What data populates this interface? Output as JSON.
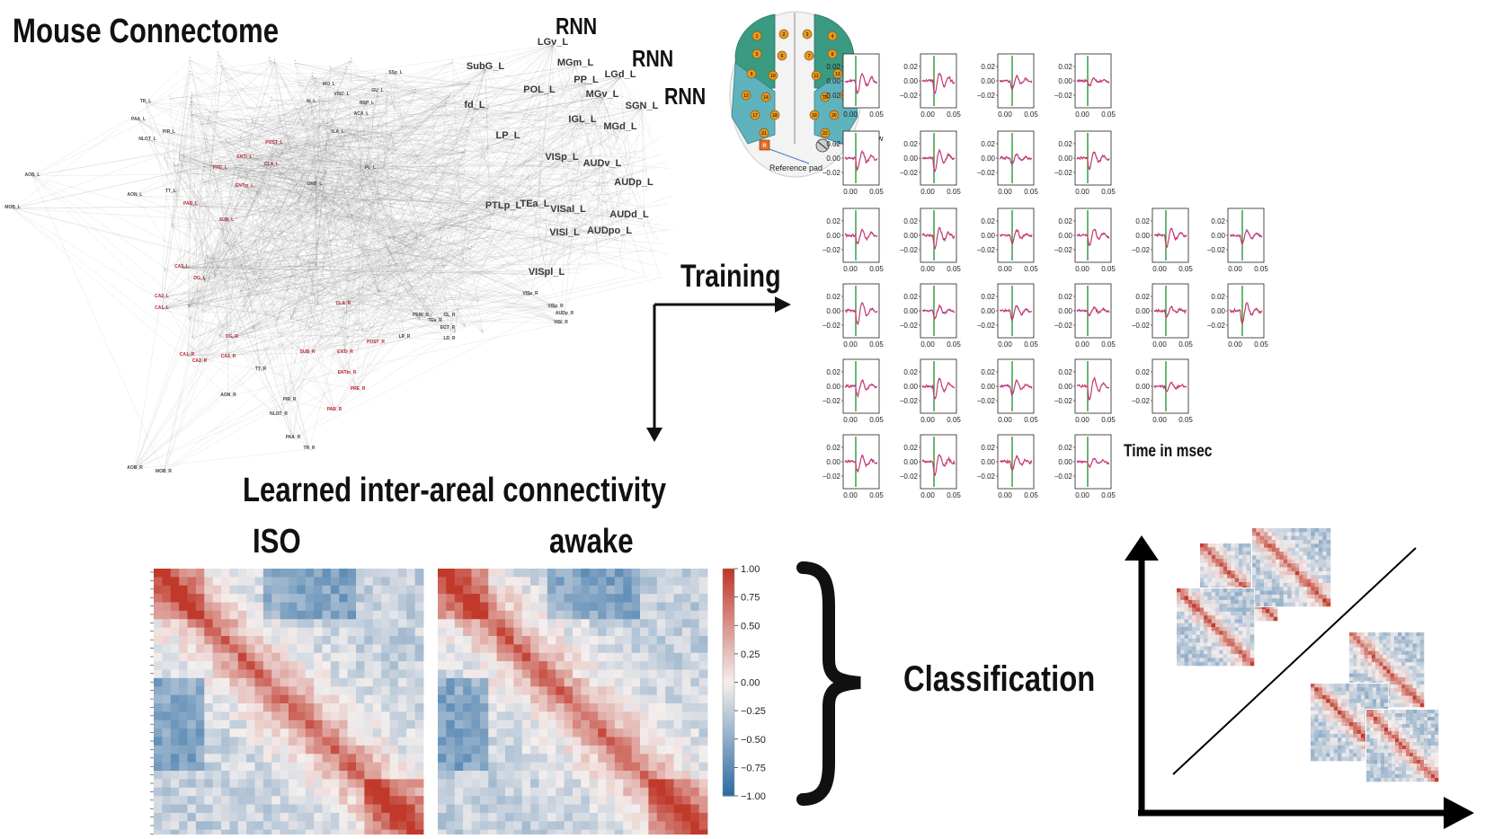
{
  "titles": {
    "connectome": "Mouse Connectome",
    "learned": "Learned inter-areal connectivity",
    "iso": "ISO",
    "awake": "awake",
    "training": "Training",
    "classification": "Classification",
    "rnn": "RNN",
    "time": "Time in msec"
  },
  "brain": {
    "skull_screw": "Skull screw",
    "reference_pad": "Reference pad",
    "pad_letter": "R"
  },
  "network": {
    "left_black_labels": [
      "RNN",
      "SubG_L",
      "LGv_L",
      "MGm_L",
      "LGd_L",
      "PP_L",
      "POL_L",
      "MGv_L",
      "SGN_L",
      "fd_L",
      "IGL_L",
      "MGd_L",
      "LP_L",
      "VISp_L",
      "AUDv_L",
      "AUDp_L",
      "PTLp_L",
      "TEa_L",
      "VISal_L",
      "AUDd_L",
      "VISl_L",
      "AUDpo_L",
      "VISpl_L"
    ],
    "red_labels": [
      "POST_L",
      "ENTl_L",
      "CLA_L",
      "PRE_L",
      "ENTm_L",
      "PAR_L",
      "SUB_L",
      "CA3_L",
      "DG_L",
      "CA2_L",
      "CA1_L",
      "CLA_R",
      "DG_R",
      "CA1_R",
      "CA2_R",
      "CA3_R",
      "SUB_R",
      "ENTl_R",
      "POST_R",
      "ENTm_R",
      "PRE_R",
      "PAR_R"
    ],
    "gray_labels": [
      "AOB_L",
      "MOB_L",
      "TR_L",
      "PAA_L",
      "PIR_L",
      "NLOT_L",
      "AON_L",
      "TT_L",
      "MO_L",
      "SSp_L",
      "ACA_L",
      "ILA_L",
      "PL_L",
      "ORB_L",
      "AI_L",
      "RSP_L",
      "VISC_L",
      "GU_L",
      "AOB_R",
      "MOB_R",
      "AON_R",
      "PIR_R",
      "NLOT_R",
      "PAA_R",
      "TR_R",
      "TT_R",
      "VISa_R",
      "VISp_R",
      "VISl_R",
      "AUDp_R",
      "ECT_R",
      "PERI_R",
      "TEa_R",
      "LD_R",
      "LP_R",
      "CL_R"
    ]
  },
  "colorbar": {
    "ticks": [
      "1.00",
      "0.75",
      "0.50",
      "0.25",
      "0.00",
      "−0.25",
      "−0.50",
      "−0.75",
      "−1.00"
    ]
  },
  "traces": {
    "yticks": [
      "0.02",
      "0.00",
      "−0.02"
    ],
    "xticks": [
      "0.00",
      "0.05"
    ],
    "grid": [
      [
        1,
        1,
        1,
        1,
        0,
        0
      ],
      [
        1,
        1,
        1,
        1,
        0,
        0
      ],
      [
        0,
        0,
        0,
        0,
        0,
        0
      ],
      [
        1,
        1,
        1,
        1,
        1,
        1
      ],
      [
        1,
        1,
        1,
        1,
        1,
        1
      ],
      [
        1,
        1,
        1,
        1,
        1,
        0
      ],
      [
        1,
        1,
        1,
        1,
        0,
        0
      ]
    ]
  },
  "colors": {
    "heat_pos": "#c0392b",
    "heat_neg": "#2e6da4",
    "brain_green": "#3a9a82",
    "brain_teal": "#5fb3bd",
    "electrode": "#e59b22",
    "trace_purple": "#8a5cf6",
    "trace_red": "#d9304a",
    "stim_green": "#1d8f2a"
  }
}
